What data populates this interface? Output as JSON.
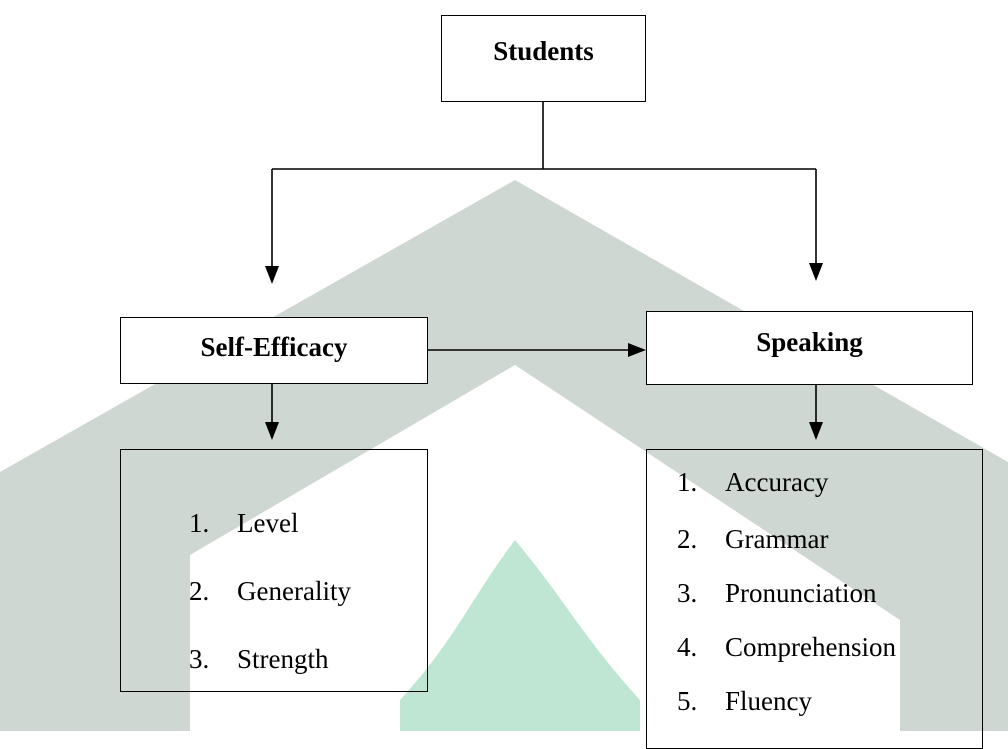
{
  "colors": {
    "line": "#000000",
    "watermark_gray": "#cfd7d3",
    "watermark_green": "#bfe6d2"
  },
  "nodes": {
    "students": {
      "label": "Students"
    },
    "self_efficacy": {
      "label": "Self-Efficacy",
      "items": [
        {
          "num": "1.",
          "text": "Level"
        },
        {
          "num": "2.",
          "text": "Generality"
        },
        {
          "num": "3.",
          "text": "Strength"
        }
      ]
    },
    "speaking": {
      "label": "Speaking",
      "items": [
        {
          "num": "1.",
          "text": "Accuracy"
        },
        {
          "num": "2.",
          "text": "Grammar"
        },
        {
          "num": "3.",
          "text": "Pronunciation"
        },
        {
          "num": "4.",
          "text": "Comprehension"
        },
        {
          "num": "5.",
          "text": "Fluency"
        }
      ]
    }
  }
}
